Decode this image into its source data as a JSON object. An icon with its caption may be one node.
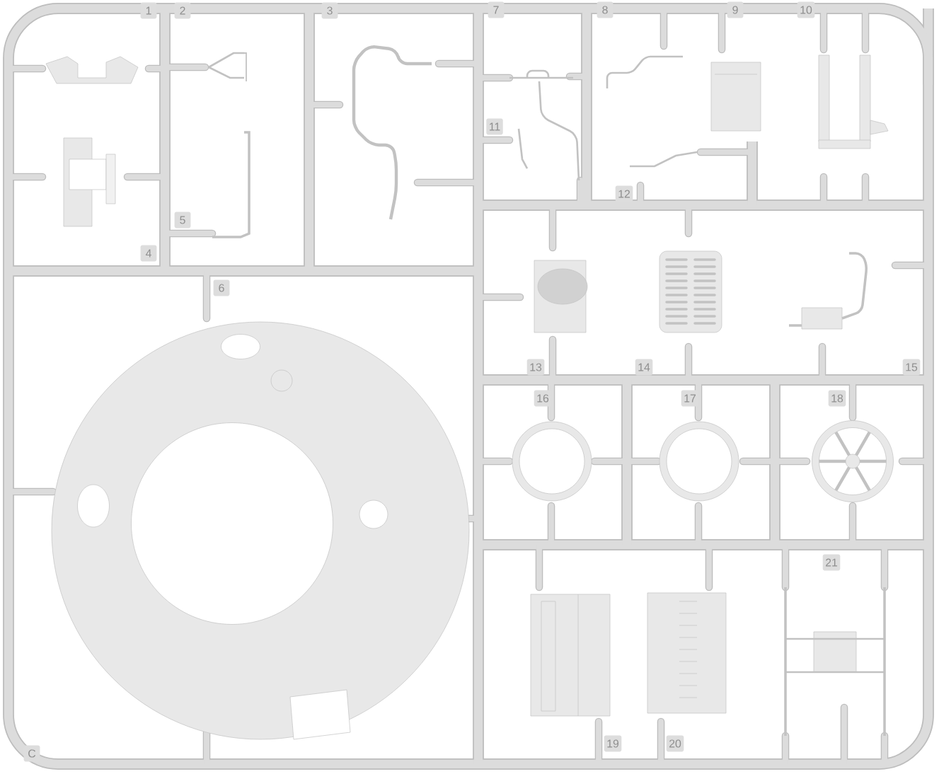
{
  "diagram": {
    "labels": [
      "1",
      "2",
      "3",
      "7",
      "8",
      "9",
      "10",
      "11",
      "12",
      "5",
      "4",
      "6",
      "13",
      "14",
      "15",
      "16",
      "17",
      "18",
      "21",
      "19",
      "20",
      "C"
    ]
  }
}
